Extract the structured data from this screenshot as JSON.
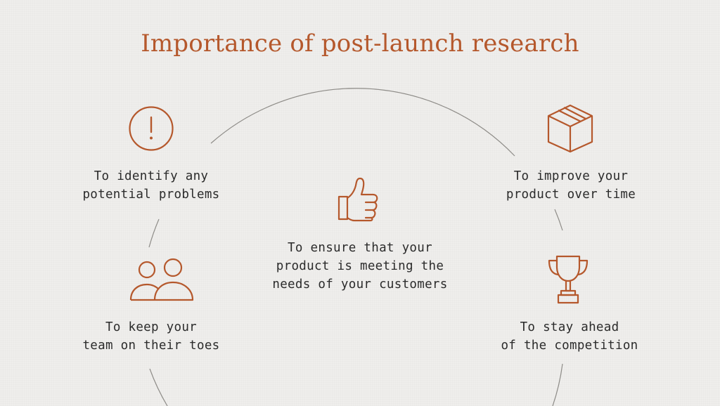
{
  "title": "Importance of post-launch research",
  "accent_color": "#b5582c",
  "items": [
    {
      "icon": "exclamation-circle-icon",
      "lines": [
        "To identify any",
        "potential problems"
      ]
    },
    {
      "icon": "box-icon",
      "lines": [
        "To improve your",
        "product over time"
      ]
    },
    {
      "icon": "thumbs-up-icon",
      "lines": [
        "To ensure that your",
        "product is meeting the",
        "needs of your customers"
      ]
    },
    {
      "icon": "people-icon",
      "lines": [
        "To keep your",
        "team on their toes"
      ]
    },
    {
      "icon": "trophy-icon",
      "lines": [
        "To stay ahead",
        "of the competition"
      ]
    }
  ]
}
